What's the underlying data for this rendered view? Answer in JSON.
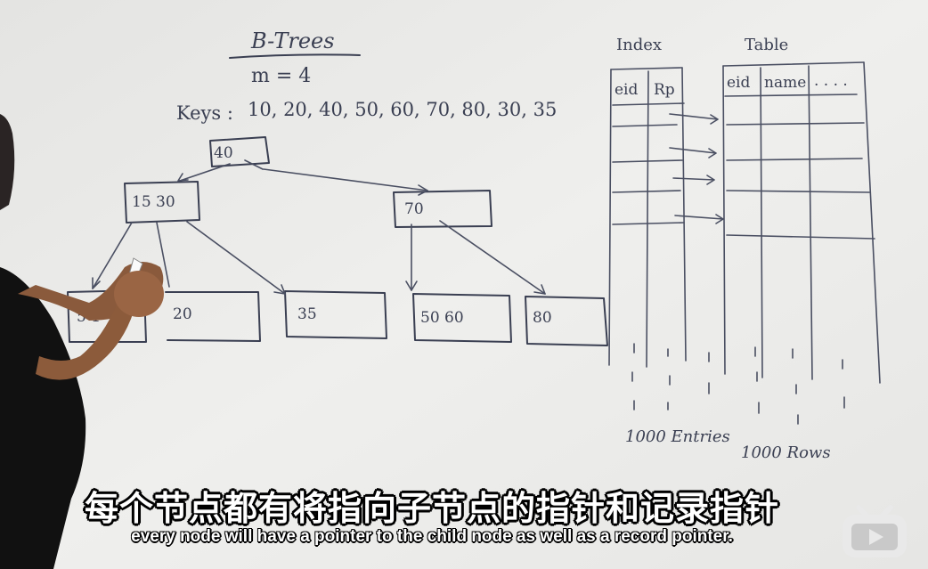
{
  "board": {
    "title": "B-Trees",
    "order": "m = 4",
    "keys_label": "Keys :",
    "keys_list": "10, 20, 40, 50, 60, 70, 80, 30, 35",
    "tree": {
      "root": "40",
      "left_internal": "15  30",
      "right_internal": "70",
      "leaves": [
        "5 1",
        "20",
        "35",
        "50  60",
        "80"
      ]
    },
    "index": {
      "title": "Index",
      "columns": [
        "eid",
        "Rp"
      ],
      "footer": "1000 Entries"
    },
    "table": {
      "title": "Table",
      "columns": [
        "eid",
        "name",
        ". . . ."
      ],
      "footer": "1000 Rows"
    }
  },
  "subtitles": {
    "zh": "每个节点都有将指向子节点的指针和记录指针",
    "en": "every node will have a pointer to the child node as well as a record pointer."
  },
  "colors": {
    "board": "#ececea",
    "ink": "#3a3f52",
    "logo_bg": "#e9e9e9"
  },
  "icons": {
    "logo": "bilibili-logo-icon"
  }
}
